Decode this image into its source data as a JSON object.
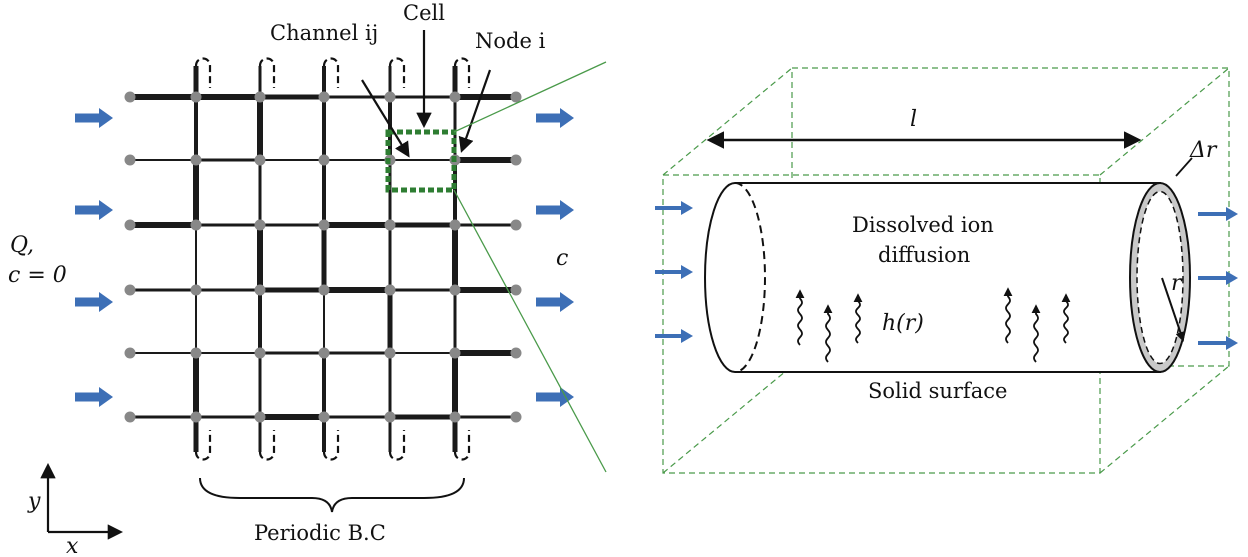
{
  "network": {
    "labels": {
      "cell": "Cell",
      "channel": "Channel ij",
      "node": "Node i",
      "periodic": "Periodic B.C",
      "inlet_q": "Q,",
      "inlet_c": "c = 0",
      "outlet_c": "c"
    },
    "axes": {
      "x": "x",
      "y": "y"
    },
    "colors": {
      "arrow": "#3d6fb6",
      "cell": "#2e7d32",
      "node": "#888888",
      "channel": "#1a1a1a"
    }
  },
  "channel_detail": {
    "labels": {
      "length": "l",
      "thickness": "Δr",
      "radius": "r",
      "diffusion_line1": "Dissolved ion",
      "diffusion_line2": "diffusion",
      "reaction": "h(r)",
      "surface": "Solid surface"
    },
    "colors": {
      "box": "#4a9a4a",
      "annulus": "#c9c9c9",
      "arrow": "#3d6fb6"
    }
  }
}
